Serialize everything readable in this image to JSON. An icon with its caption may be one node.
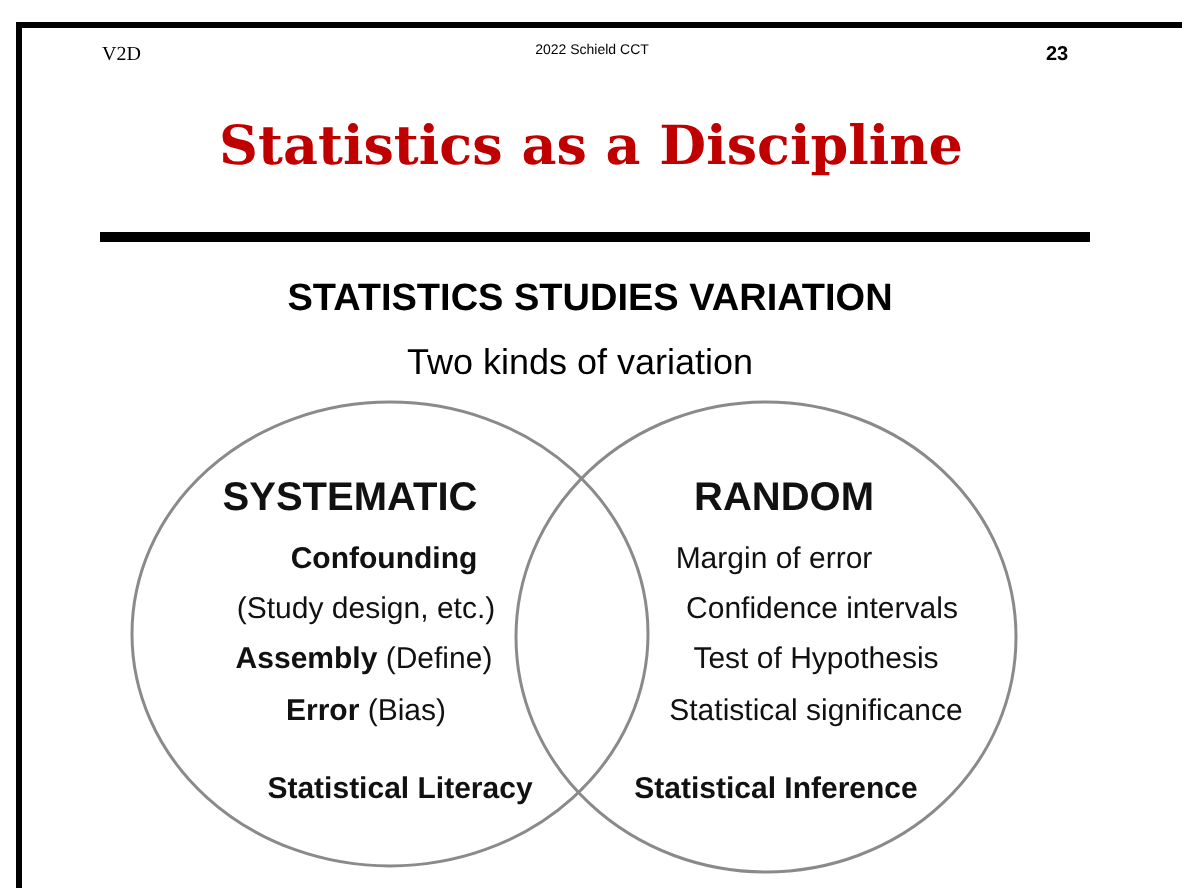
{
  "diagram": {
    "title": "Statistics as a Discipline",
    "nodes": [
      {
        "text": [
          "SYSTEMATIC",
          "Confounding",
          "(Study design, etc.)",
          "**Assembly** (Define)",
          "**Error** (Bias)",
          "Statistical Literacy"
        ]
      },
      {
        "text": [
          "RANDOM",
          "Margin of error",
          "Confidence intervals",
          "Test of Hypothesis",
          "Statistical significance",
          "Statistical Inference"
        ]
      }
    ],
    "labels": [
      "V2D",
      "2022 Schield CCT",
      "23",
      "STATISTICS STUDIES VARIATION",
      "Two kinds of variation"
    ]
  }
}
